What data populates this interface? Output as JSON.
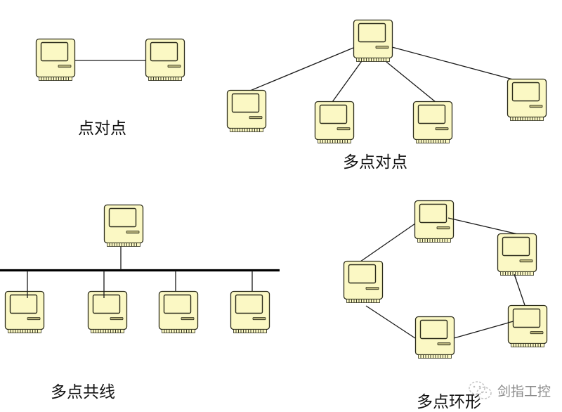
{
  "colors": {
    "computer_body": "#fbf8c4",
    "computer_stroke": "#2b2b1a",
    "drive_slot": "#b5b07a",
    "link": "#1a1a1a",
    "label_text": "#111111",
    "watermark_text": "#8a8a8a"
  },
  "diagrams": [
    {
      "id": "point-to-point",
      "label": "点对点",
      "topology": "point-to-point",
      "nodes": [
        "A",
        "B"
      ],
      "links": [
        [
          "A",
          "B"
        ]
      ]
    },
    {
      "id": "multipoint",
      "label": "多点对点",
      "topology": "star",
      "nodes": [
        "hub",
        "n1",
        "n2",
        "n3",
        "n4"
      ],
      "links": [
        [
          "hub",
          "n1"
        ],
        [
          "hub",
          "n2"
        ],
        [
          "hub",
          "n3"
        ],
        [
          "hub",
          "n4"
        ]
      ]
    },
    {
      "id": "bus",
      "label": "多点共线",
      "topology": "bus",
      "nodes": [
        "top",
        "b1",
        "b2",
        "b3",
        "b4"
      ],
      "links": [
        [
          "bus",
          "top"
        ],
        [
          "bus",
          "b1"
        ],
        [
          "bus",
          "b2"
        ],
        [
          "bus",
          "b3"
        ],
        [
          "bus",
          "b4"
        ]
      ]
    },
    {
      "id": "ring",
      "label": "多点环形",
      "topology": "ring",
      "nodes": [
        "r-top",
        "r-right-top",
        "r-right-bottom",
        "r-bottom",
        "r-left"
      ],
      "links": [
        [
          "r-top",
          "r-right-top"
        ],
        [
          "r-right-top",
          "r-right-bottom"
        ],
        [
          "r-right-bottom",
          "r-bottom"
        ],
        [
          "r-bottom",
          "r-left"
        ],
        [
          "r-left",
          "r-top"
        ]
      ]
    }
  ],
  "labels": {
    "point_to_point": "点对点",
    "multipoint": "多点对点",
    "bus": "多点共线",
    "ring": "多点环形"
  },
  "watermark": {
    "icon": "wechat-icon",
    "text": "剑指工控"
  }
}
